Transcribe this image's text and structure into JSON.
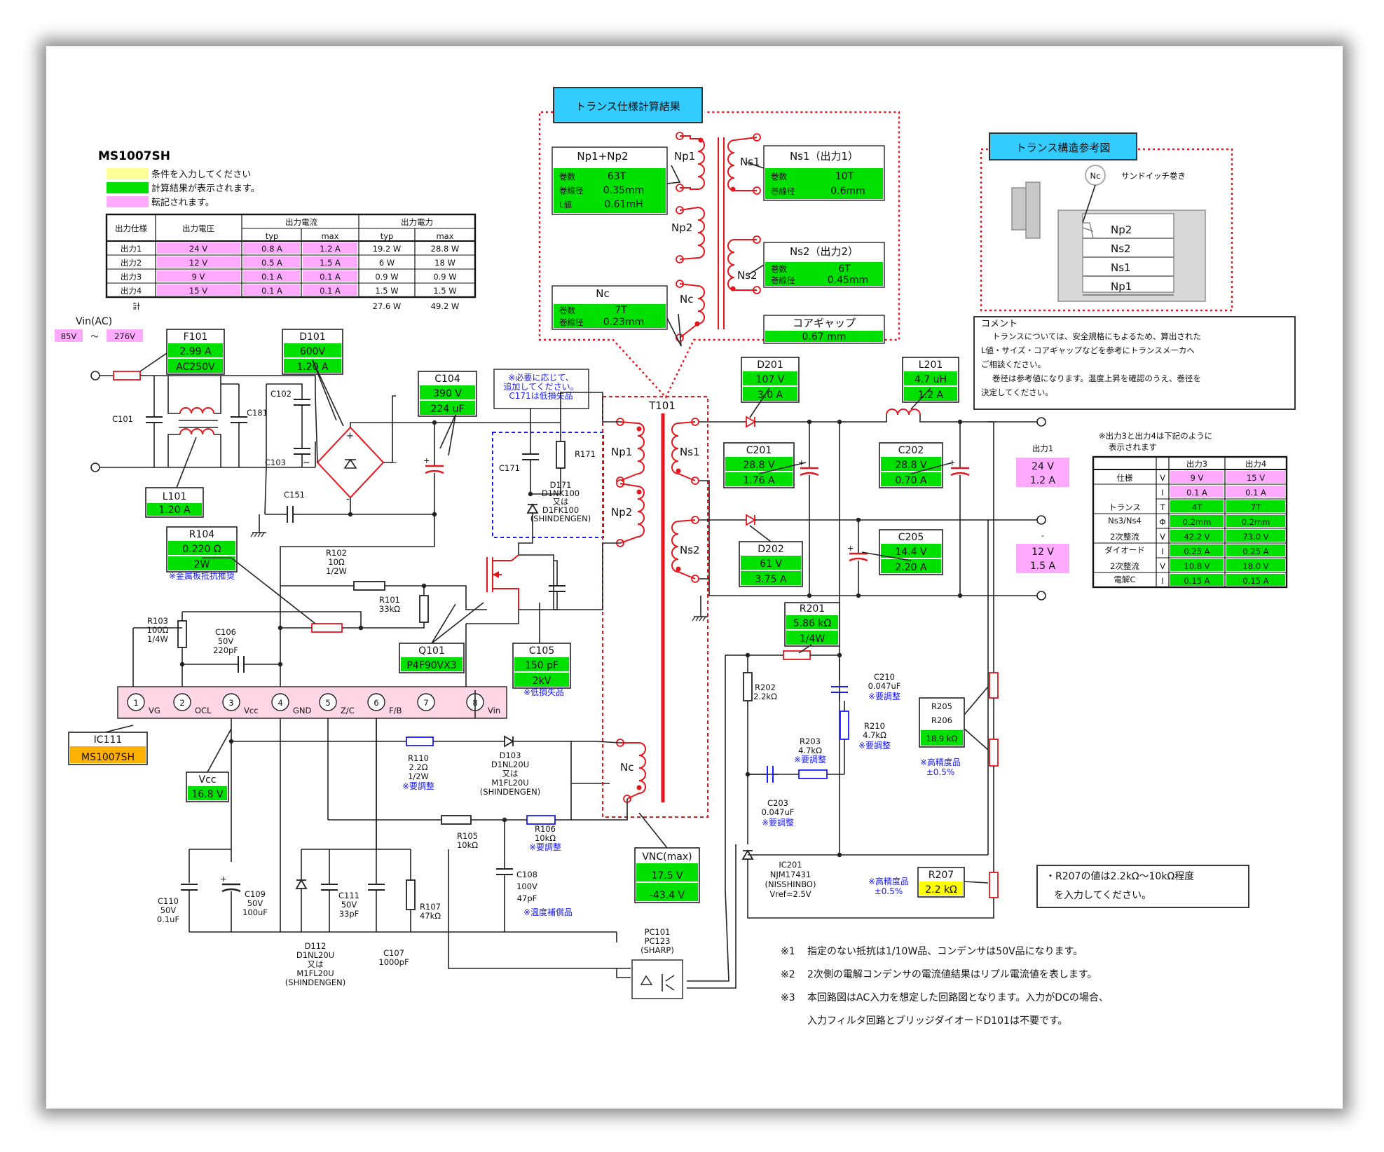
{
  "part_number": "MS1007SH",
  "legend": [
    {
      "color": "#ffff99",
      "text": "条件を入力してください"
    },
    {
      "color": "#00e000",
      "text": "計算結果が表示されます。"
    },
    {
      "color": "#ffaaff",
      "text": "転記されます。"
    }
  ],
  "output_table": {
    "headers": {
      "spec": "出力仕様",
      "voltage": "出力電圧",
      "current": "出力電流",
      "power": "出力電力",
      "typ": "typ",
      "max": "max"
    },
    "rows": [
      {
        "name": "出力1",
        "v": "24 V",
        "ityp": "0.8 A",
        "imax": "1.2 A",
        "ptyp": "19.2 W",
        "pmax": "28.8 W"
      },
      {
        "name": "出力2",
        "v": "12 V",
        "ityp": "0.5 A",
        "imax": "1.5 A",
        "ptyp": "6 W",
        "pmax": "18 W"
      },
      {
        "name": "出力3",
        "v": "9 V",
        "ityp": "0.1 A",
        "imax": "0.1 A",
        "ptyp": "0.9 W",
        "pmax": "0.9 W"
      },
      {
        "name": "出力4",
        "v": "15 V",
        "ityp": "0.1 A",
        "imax": "0.1 A",
        "ptyp": "1.5 W",
        "pmax": "1.5 W"
      }
    ],
    "total": {
      "name": "計",
      "ptyp": "27.6 W",
      "pmax": "49.2 W"
    }
  },
  "vin": {
    "label": "Vin(AC)",
    "min": "85V",
    "sep": "～",
    "max": "276V"
  },
  "trans_calc": {
    "title": "トランス仕様計算結果",
    "np": {
      "title": "Np1+Np2",
      "k1": "巻数",
      "v1": "63T",
      "k2": "巻線径",
      "v2": "0.35mm",
      "k3": "L値",
      "v3": "0.61mH"
    },
    "nc": {
      "title": "Nc",
      "k1": "巻数",
      "v1": "7T",
      "k2": "巻線径",
      "v2": "0.23mm"
    },
    "ns1": {
      "title": "Ns1（出力1）",
      "k1": "巻数",
      "v1": "10T",
      "k2": "巻線径",
      "v2": "0.6mm"
    },
    "ns2": {
      "title": "Ns2（出力2）",
      "k1": "巻数",
      "v1": "6T",
      "k2": "巻線径",
      "v2": "0.45mm"
    },
    "gap": {
      "title": "コアギャップ",
      "value": "0.67 mm"
    },
    "labels": {
      "np1": "Np1",
      "np2": "Np2",
      "nc": "Nc",
      "ns1": "Ns1",
      "ns2": "Ns2"
    }
  },
  "trans_struct": {
    "title": "トランス構造参考図",
    "nc": "Nc",
    "sandwich": "サンドイッチ巻き",
    "layers": [
      "Np2",
      "Ns2",
      "Ns1",
      "Np1"
    ]
  },
  "comment": {
    "title": "コメント",
    "lines": [
      "トランスについては、安全規格にもよるため、算出された",
      "L値・サイズ・コアギャップなどを参考にトランスメーカへ",
      "ご相談ください。",
      "巻径は参考値になります。温度上昇を確認のうえ、巻径を",
      "決定してください。"
    ]
  },
  "out34_table": {
    "note": [
      "※出力3と出力4は下記のように",
      "表示されます"
    ],
    "h3": "出力3",
    "h4": "出力4",
    "rows": [
      {
        "g": "仕様",
        "u": "V",
        "a": "9 V",
        "b": "15 V",
        "c": "#ffaaff"
      },
      {
        "g": "",
        "u": "I",
        "a": "0.1 A",
        "b": "0.1 A",
        "c": "#ffaaff"
      },
      {
        "g": "トランス",
        "u": "T",
        "a": "4T",
        "b": "7T",
        "c": "#00e000"
      },
      {
        "g": "Ns3/Ns4",
        "u": "Φ",
        "a": "0.2mm",
        "b": "0.2mm",
        "c": "#00e000"
      },
      {
        "g": "2次整流",
        "u": "V",
        "a": "42.2 V",
        "b": "73.0 V",
        "c": "#00e000"
      },
      {
        "g": "ダイオード",
        "u": "I",
        "a": "0.25 A",
        "b": "0.25 A",
        "c": "#00e000"
      },
      {
        "g": "2次整流",
        "u": "V",
        "a": "10.8 V",
        "b": "18.0 V",
        "c": "#00e000"
      },
      {
        "g": "電解C",
        "u": "I",
        "a": "0.15 A",
        "b": "0.15 A",
        "c": "#00e000"
      }
    ]
  },
  "boxes": {
    "F101": {
      "name": "F101",
      "v1": "2.99 A",
      "v2": "AC250V"
    },
    "D101": {
      "name": "D101",
      "v1": "600V",
      "v2": "1.20 A"
    },
    "L101": {
      "name": "L101",
      "v1": "1.20 A"
    },
    "C104": {
      "name": "C104",
      "v1": "390 V",
      "v2": "224 uF"
    },
    "R104": {
      "name": "R104",
      "v1": "0.220 Ω",
      "v2": "2W"
    },
    "Q101": {
      "name": "Q101",
      "v1": "P4F90VX3"
    },
    "C105": {
      "name": "C105",
      "v1": "150 pF",
      "v2": "2kV"
    },
    "IC111": {
      "name": "IC111",
      "v1": "MS1007SH"
    },
    "Vcc": {
      "name": "Vcc",
      "v1": "16.8 V"
    },
    "VNC": {
      "name": "VNC(max)",
      "v1": "17.5 V",
      "v2": "-43.4 V"
    },
    "D201": {
      "name": "D201",
      "v1": "107 V",
      "v2": "3.0 A"
    },
    "L201": {
      "name": "L201",
      "v1": "4.7 uH",
      "v2": "1.2 A"
    },
    "C201": {
      "name": "C201",
      "v1": "28.8 V",
      "v2": "1.76 A"
    },
    "C202": {
      "name": "C202",
      "v1": "28.8 V",
      "v2": "0.70 A"
    },
    "D202": {
      "name": "D202",
      "v1": "61 V",
      "v2": "3.75 A"
    },
    "C205": {
      "name": "C205",
      "v1": "14.4 V",
      "v2": "2.20 A"
    },
    "R201": {
      "name": "R201",
      "v1": "5.86 kΩ",
      "v2": "1/4W"
    },
    "R205": {
      "name": "R205",
      "n2": "R206",
      "v1": "18.9 kΩ"
    },
    "R207": {
      "name": "R207",
      "v1": "2.2 kΩ"
    },
    "out1": {
      "name": "出力1",
      "v1": "24 V",
      "v2": "1.2 A"
    },
    "out2": {
      "name": "-",
      "v1": "12 V",
      "v2": "1.5 A"
    }
  },
  "ic_pins": [
    {
      "n": "1",
      "l": "VG"
    },
    {
      "n": "2",
      "l": "OCL"
    },
    {
      "n": "3",
      "l": "Vcc"
    },
    {
      "n": "4",
      "l": "GND"
    },
    {
      "n": "5",
      "l": "Z/C"
    },
    {
      "n": "6",
      "l": "F/B"
    },
    {
      "n": "7",
      "l": ""
    },
    {
      "n": "8",
      "l": "Vin"
    }
  ],
  "labels": {
    "C101": "C101",
    "C181": "C181",
    "C102": "C102",
    "C103": "C103",
    "C151": "C151",
    "C171": "C171",
    "R171": "R171",
    "c171note": [
      "※必要に応じて、",
      "追加してください。",
      "C171は低損失品"
    ],
    "D171": [
      "D171",
      "D1NK100",
      "又は",
      "D1FK100",
      "(SHINDENGEN)"
    ],
    "R102": [
      "R102",
      "10Ω",
      "1/2W"
    ],
    "R101": [
      "R101",
      "33kΩ"
    ],
    "R103": [
      "R103",
      "100Ω",
      "1/4W"
    ],
    "C106": [
      "C106",
      "50V",
      "220pF"
    ],
    "r104note": "※金属板抵抗推奨",
    "c105note": "※低損失品",
    "R110": [
      "R110",
      "2.2Ω",
      "1/2W"
    ],
    "r110note": "※要調整",
    "D103": [
      "D103",
      "D1NL20U",
      "又は",
      "M1FL20U",
      "(SHINDENGEN)"
    ],
    "R105": [
      "R105",
      "10kΩ"
    ],
    "R106": [
      "R106",
      "10kΩ"
    ],
    "r106note": "※要調整",
    "C108": [
      "C108",
      "100V",
      "47pF"
    ],
    "c108note": "※温度補償品",
    "C110": [
      "C110",
      "50V",
      "0.1uF"
    ],
    "C109": [
      "C109",
      "50V",
      "100uF"
    ],
    "C111": [
      "C111",
      "50V",
      "33pF"
    ],
    "R107": [
      "R107",
      "47kΩ"
    ],
    "D112": [
      "D112",
      "D1NL20U",
      "又は",
      "M1FL20U",
      "(SHINDENGEN)"
    ],
    "C107": [
      "C107",
      "1000pF"
    ],
    "PC101": [
      "PC101",
      "PC123",
      "(SHARP)"
    ],
    "T101": "T101",
    "R202": [
      "R202",
      "2.2kΩ"
    ],
    "C210": [
      "C210",
      "0.047uF"
    ],
    "c210note": "※要調整",
    "R210": [
      "R210",
      "4.7kΩ"
    ],
    "r210note": "※要調整",
    "R203": [
      "R203",
      "4.7kΩ"
    ],
    "r203note": "※要調整",
    "C203": [
      "C203",
      "0.047uF"
    ],
    "c203note": "※要調整",
    "IC201": [
      "IC201",
      "NJM17431",
      "(NISSHINBO)",
      "Vref=2.5V"
    ],
    "r205note": [
      "※高精度品",
      "±0.5%"
    ],
    "r207note": [
      "※高精度品",
      "±0.5%"
    ],
    "r207hint": [
      "・R207の値は2.2kΩ～10kΩ程度",
      "を入力してください。"
    ],
    "notes": [
      {
        "k": "※1",
        "t": "指定のない抵抗は1/10W品、コンデンサは50V品になります。"
      },
      {
        "k": "※2",
        "t": "2次側の電解コンデンサの電流値結果はリプル電流値を表します。"
      },
      {
        "k": "※3",
        "t": "本回路図はAC入力を想定した回路図となります。入力がDCの場合、"
      },
      {
        "k": "",
        "t": "入力フィルタ回路とブリッジダイオードD101は不要です。"
      }
    ]
  }
}
